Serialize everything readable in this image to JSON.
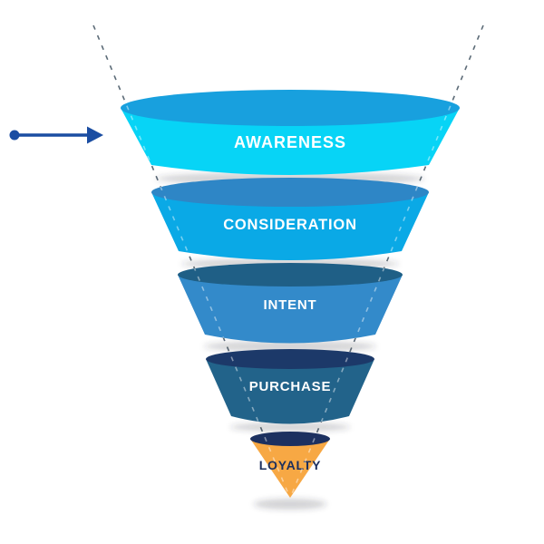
{
  "funnel": {
    "stages": [
      {
        "label": "AWARENESS",
        "body_color": "#07D4F6",
        "top_color": "#18A0DE",
        "text_color": "#FFFFFF"
      },
      {
        "label": "CONSIDERATION",
        "body_color": "#0AA9E6",
        "top_color": "#2E86C6",
        "text_color": "#FFFFFF"
      },
      {
        "label": "INTENT",
        "body_color": "#338ACA",
        "top_color": "#1F5F86",
        "text_color": "#FFFFFF"
      },
      {
        "label": "PURCHASE",
        "body_color": "#22638A",
        "top_color": "#1C3969",
        "text_color": "#FFFFFF"
      },
      {
        "label": "LOYALTY",
        "body_color": "#F7A844",
        "top_color": "#1C3060",
        "text_color": "#1C2F5E"
      }
    ],
    "guide_line_color": "#5C6B77",
    "arrow_color": "#1A4DA2"
  }
}
